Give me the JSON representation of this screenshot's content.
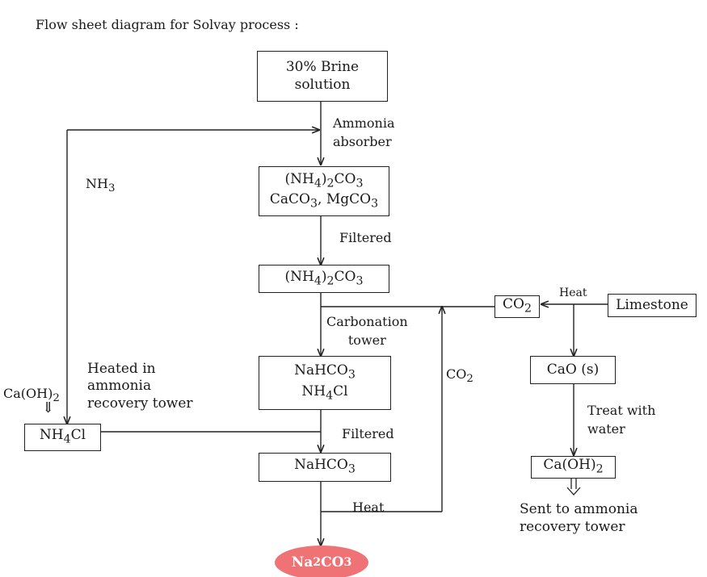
{
  "title": "Flow sheet diagram for Solvay process :",
  "boxes": {
    "brine": {
      "line1": "30% Brine",
      "line2": "solution"
    },
    "ammonium_carbonate_mix": {
      "line1": {
        "a": "(NH",
        "b": "4",
        "c": ")",
        "d": "2",
        "e": "CO",
        "f": "3"
      },
      "line2": {
        "a": "CaCO",
        "b": "3",
        "c": ", MgCO",
        "d": "3"
      }
    },
    "ammonium_carbonate": {
      "a": "(NH",
      "b": "4",
      "c": ")",
      "d": "2",
      "e": "CO",
      "f": "3"
    },
    "bicarbonate_mix": {
      "line1": {
        "a": "NaHCO",
        "b": "3"
      },
      "line2": {
        "a": "NH",
        "b": "4",
        "c": "Cl"
      }
    },
    "sodium_bicarbonate": {
      "a": "NaHCO",
      "b": "3"
    },
    "ammonium_chloride": {
      "a": "NH",
      "b": "4",
      "c": "Cl"
    },
    "carbon_dioxide": {
      "a": "CO",
      "b": "2"
    },
    "limestone": "Limestone",
    "calcium_oxide": "CaO (s)",
    "calcium_hydroxide": {
      "a": "Ca(OH)",
      "b": "2"
    },
    "sodium_carbonate": {
      "a": "Na",
      "b": "2",
      "c": "CO",
      "d": "3"
    }
  },
  "labels": {
    "ammonia_absorber": {
      "line1": "Ammonia",
      "line2": "absorber"
    },
    "nh3": {
      "a": "NH",
      "b": "3"
    },
    "filtered_1": "Filtered",
    "carbonation_tower": {
      "line1": "Carbonation",
      "line2": "tower"
    },
    "heated_in": {
      "line1": "Heated in",
      "line2": "ammonia",
      "line3": "recovery tower"
    },
    "caoh2_left": {
      "a": "Ca(OH)",
      "b": "2"
    },
    "double_arrow": "⇓",
    "co2_side": {
      "a": "CO",
      "b": "2"
    },
    "filtered_2": "Filtered",
    "heat_bottom": "Heat",
    "heat_top": "Heat",
    "treat_with_water": {
      "line1": "Treat with",
      "line2": "water"
    },
    "sent_to": {
      "line1": "Sent to ammonia",
      "line2": "recovery tower"
    }
  }
}
